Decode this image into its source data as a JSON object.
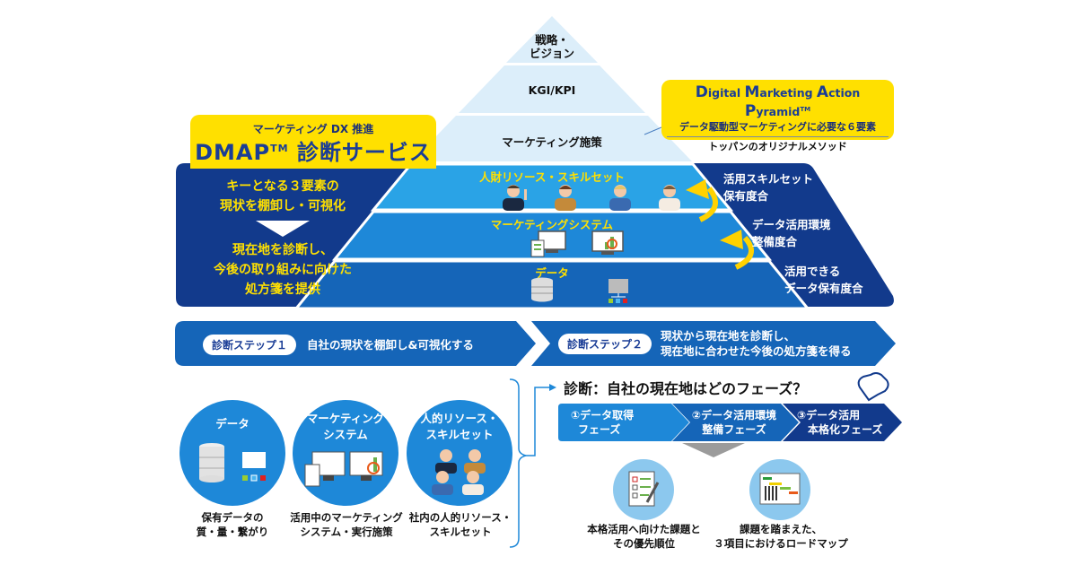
{
  "pyramid": {
    "top_levels": [
      "戦略・\nビジョン",
      "KGI/KPI",
      "マーケティング施策"
    ],
    "top_level_lines": [
      [
        "戦略・",
        "ビジョン"
      ],
      [
        "KGI/KPI"
      ],
      [
        "マーケティング施策"
      ]
    ],
    "key_levels": [
      {
        "label": "人財リソース・スキルセット",
        "icons": [
          "person-pointing-icon",
          "person-icon",
          "person-clapping-icon",
          "person-hand-on-chest-icon"
        ]
      },
      {
        "label": "マーケティングシステム",
        "icons": [
          "code-monitor-icon",
          "analytics-monitor-icon"
        ]
      },
      {
        "label": "データ",
        "icons": [
          "database-icon",
          "folder-network-icon"
        ]
      }
    ],
    "right_metrics": [
      [
        "活用スキルセット",
        "保有度合"
      ],
      [
        "データ活用環境",
        "整備度合"
      ],
      [
        "活用できる",
        "データ保有度合"
      ]
    ]
  },
  "dap_callout": {
    "title_parts": [
      {
        "cap": "D",
        "rest": "igital "
      },
      {
        "cap": "M",
        "rest": "arketing "
      },
      {
        "cap": "A",
        "rest": "ction "
      },
      {
        "cap": "P",
        "rest": "yramid"
      }
    ],
    "trademark": "TM",
    "subtitle": "データ駆動型マーケティングに必要な６要素",
    "note": "トッパンのオリジナルメソッド"
  },
  "service": {
    "subtitle": "マーケティング DX 推進",
    "title_main": "DMAP",
    "title_tm": "TM",
    "title_rest": " 診断サービス",
    "lines_top": [
      "キーとなる３要素の",
      "現状を棚卸し・可視化"
    ],
    "lines_bottom": [
      "現在地を診断し、",
      "今後の取り組みに向けた",
      "処方箋を提供"
    ]
  },
  "steps": [
    {
      "badge": "診断ステップ１",
      "lines": [
        "自社の現状を棚卸し&可視化する"
      ]
    },
    {
      "badge": "診断ステップ２",
      "lines": [
        "現状から現在地を診断し、",
        "現在地に合わせた今後の処方箋を得る"
      ]
    }
  ],
  "elements": [
    {
      "title": [
        "データ"
      ],
      "caption": [
        "保有データの",
        "質・量・繋がり"
      ]
    },
    {
      "title": [
        "マーケティング",
        "システム"
      ],
      "caption": [
        "活用中のマーケティング",
        "システム・実行施策"
      ]
    },
    {
      "title": [
        "人的リソース・",
        "スキルセット"
      ],
      "caption": [
        "社内の人的リソース・",
        "スキルセット"
      ]
    }
  ],
  "diagnosis": {
    "title": "診断：自社の現在地はどのフェーズ？",
    "phases": [
      {
        "lines": [
          "①データ取得",
          "フェーズ"
        ],
        "color": "#1e88d8"
      },
      {
        "lines": [
          "②データ活用環境",
          "整備フェーズ"
        ],
        "color": "#1565b8"
      },
      {
        "lines": [
          "③データ活用",
          "本格化フェーズ"
        ],
        "color": "#123a8c"
      }
    ],
    "outputs": [
      {
        "icon": "checklist-icon",
        "caption": [
          "本格活用へ向けた課題と",
          "その優先順位"
        ]
      },
      {
        "icon": "roadmap-chart-icon",
        "caption": [
          "課題を踏まえた、",
          "３項目におけるロードマップ"
        ]
      }
    ]
  },
  "colors": {
    "navy": "#123a8c",
    "mid_blue": "#1565b8",
    "bright_blue": "#1e88d8",
    "light_blue": "#2aa3e6",
    "pale_blue": "#dceefa",
    "yellow": "#ffe000"
  }
}
